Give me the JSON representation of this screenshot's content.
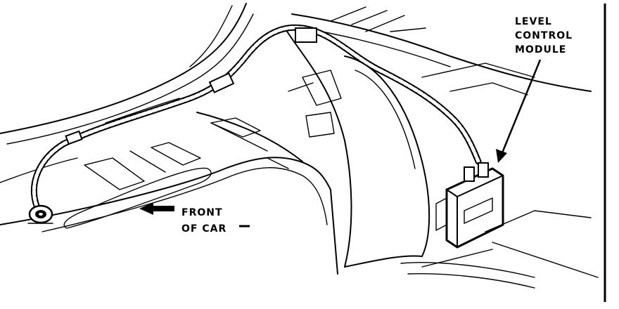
{
  "labels": {
    "module_line1": "LEVEL",
    "module_line2": "CONTROL",
    "module_line3": "MODULE",
    "front_line1": "FRONT",
    "front_line2": "OF CAR"
  }
}
